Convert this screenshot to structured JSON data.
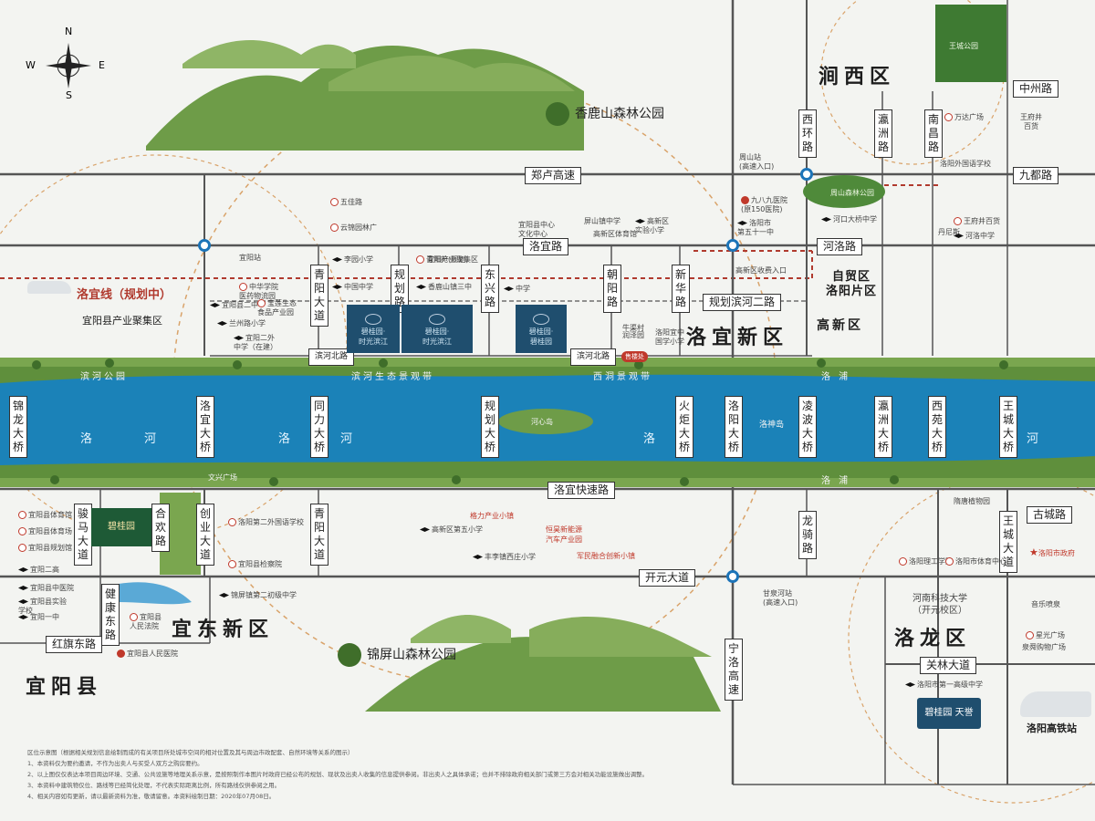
{
  "compass": {
    "n": "N",
    "s": "S",
    "w": "W",
    "e": "E"
  },
  "districts": {
    "jianxi": "涧西区",
    "luoyi_new": "洛宜新区",
    "gaoxin": "高新区",
    "ziyou": "自贸区\n洛阳片区",
    "yidong_new": "宜东新区",
    "yiyang": "宜阳县",
    "luolong": "洛龙区"
  },
  "roads_h": {
    "zhenglu": "郑卢高速",
    "luoyi": "洛宜路",
    "binhe2": "规划滨河二路",
    "heluo": "河洛路",
    "zhongzhou": "中州路",
    "jiudu": "九都路",
    "binhe_north1": "滨河北路",
    "binhe_north2": "滨河北路",
    "luoyi_express": "洛宜快速路",
    "kaiyuan": "开元大道",
    "hongqi_east": "红旗东路",
    "guanlin": "关林大道",
    "gucheng": "古城路"
  },
  "roads_v": {
    "qingyang": "青阳大道",
    "guihua": "规划路",
    "dongxing": "东兴路",
    "chaoyang": "朝阳路",
    "xinhua": "新华路",
    "xihuan": "西环路",
    "yingzhou": "瀛洲路",
    "nanchang": "南昌路",
    "qingyang_south": "青阳大道",
    "chuangye": "创业大道",
    "hehuan": "合欢路",
    "jianma": "骏马大道",
    "jiankang": "健康东路",
    "longqi": "龙骑路",
    "ningluo": "宁洛高速",
    "wangcheng": "王城大道"
  },
  "bridges": {
    "jinlong": "锦龙大桥",
    "luoyi_b": "洛宜大桥",
    "tongli": "同力大桥",
    "guihua_b": "规划大桥",
    "huoju": "火炬大桥",
    "luoyang_b": "洛阳大桥",
    "lingbo": "凌波大桥",
    "yingzhou_b": "瀛洲大桥",
    "xiyuan": "西苑大桥",
    "wangcheng_b": "王城大桥"
  },
  "rail": {
    "luoyi_line": "洛宜线（规划中）",
    "hsr": "洛阳高铁站"
  },
  "parks": {
    "xianglu": "香鹿山森林公园",
    "jinping": "锦屏山森林公园",
    "wangcheng_park": "王城公园",
    "zhoushan": "周山森林公园",
    "luoshen": "洛神岛",
    "sui_tang": "隋唐植物园"
  },
  "river": {
    "luo1": "洛",
    "he1": "河",
    "luo2": "洛",
    "he2": "河",
    "luo3": "洛",
    "he3": "河",
    "binhe_park": "滨河公园",
    "eco_belt": "滨河生态景观带",
    "west_belt": "西洞景观带",
    "luopu1": "洛 浦",
    "luopu2": "洛 浦",
    "wenxing": "文兴广场",
    "heshen": "河心岛"
  },
  "projects": {
    "p1": "碧桂园·\n时光滨江",
    "p2": "碧桂园·\n时光滨江",
    "p3": "碧桂园·\n碧桂园",
    "sales": "售楼处",
    "bgy_yiyang": "碧桂园",
    "bgy_tianyu": "碧桂园 天誉"
  },
  "pois_left": {
    "wujia": "五佳路",
    "yunjin": "云锦园林广",
    "yiyang_station": "宜阳站",
    "qingyang_garden": "青阳苑(规划)",
    "yiyang_industry": "宜阳县产业聚集区",
    "zhonghua": "中华学院\n医药物流园",
    "yiyang_no2": "宜阳县二中",
    "baolian": "宝莲生态\n食品产业园",
    "zhongzhu": "中国中学",
    "lanyuan": "兰州路小学",
    "yiyang_experiment": "宜阳二外\n中学（在建）",
    "liyuan": "李园小学"
  },
  "pois_mid": {
    "yiyang_park": "宜阳县中心\n文化中心",
    "yiyang_industry2": "宜阳产业聚集区",
    "xianglu_no3": "香鹿山镇三中",
    "zhongxue": "中学",
    "gaoxin_stadium": "高新区体育馆",
    "gaoxin_school": "高新区\n实验小学",
    "niuqu": "牛渠村",
    "luoyang_51": "洛阳市\n第五十一中",
    "gaoxin_sfz": "高新区收费入口",
    "jiubajiu": "九八九医院\n(原150医院)",
    "hekou": "河口大桥中学",
    "wanda": "万达广场",
    "wangfujing": "王府井\n百货",
    "wangfujing2": "王府井百货",
    "luoyang_foreign": "洛阳外国语学校",
    "danni": "丹尼斯",
    "heluo_zhongxue": "河洛中学",
    "zhoushan_station": "周山站\n(高速入口)",
    "runze": "润泽园",
    "luoyang_yizhong": "洛阳宜中\n国学小学",
    "pingshan": "屏山镇中学"
  },
  "pois_south": {
    "yiyang_gym": "宜阳县体育馆",
    "yiyang_lib": "宜阳县体育场",
    "yiyang_museum": "宜阳县规划馆",
    "yiyang_second_school": "洛阳第二外国语学校",
    "yiyang_inspect": "宜阳县检察院",
    "yiyang_er": "宜阳二高",
    "yiyang_zhongji": "宜阳县中医院",
    "yiyang_shiyan": "宜阳县实验\n学校",
    "jinping2": "锦屏镇第二初级中学",
    "yiyang_people": "宜阳县人民医院",
    "yiyang_court": "宜阳县\n人民法院",
    "yiyang_yizhong": "宜阳一中",
    "gaoxin_primary": "高新区第五小学",
    "fengli": "丰李镇西庄小学",
    "gelie": "格力产业小镇",
    "henghe": "恒昊新能源\n汽车产业园",
    "junmin": "军民融合创新小镇",
    "ganquan": "甘泉河站\n(高速入口)",
    "ligong": "洛阳理工学院",
    "sports_center": "洛阳市体育中心",
    "keji_uni": "河南科技大学\n（开元校区）",
    "music_fountain": "音乐喷泉",
    "quanshuo": "泉舜购物广场",
    "luoyang_first_high": "洛阳市第一高级中学",
    "gov": "洛阳市政府",
    "xingguang": "星光广场"
  },
  "notes": {
    "n0": "区位示意图（根据相关规划信息绘制而成的有关项目所处城市空间的相对位置及其与周边市政配套、自然环境等关系的图示）",
    "n1": "1、本资料仅为要约邀请，不作为出卖人与买受人双方之购房要约。",
    "n2": "2、以上图仅仅表达本项目周边环境、交通、公共设施等地理关系示意，是按照制作本图片时政府已经公布的规划、现状及出卖人收集的信息提供参阅。非出卖人之具体承诺；也并不排除政府相关部门或第三方会对相关功能设施做出调整。",
    "n3": "3、本资料中建筑物仅位、路线等已经简化处理，不代表实际距离比例，所有路线仅供参阅之用。",
    "n4": "4、相关内容如有更新，请以最新资料为准，敬请留意。本资料绘制日期：2020年07月08日。"
  },
  "colors": {
    "river": "#1b82b8",
    "bank": "#5a8a3a",
    "road": "#555555",
    "rail_dash": "#b03a2e",
    "accent_blue": "#1c74b8",
    "project": "#1f4e6e"
  }
}
